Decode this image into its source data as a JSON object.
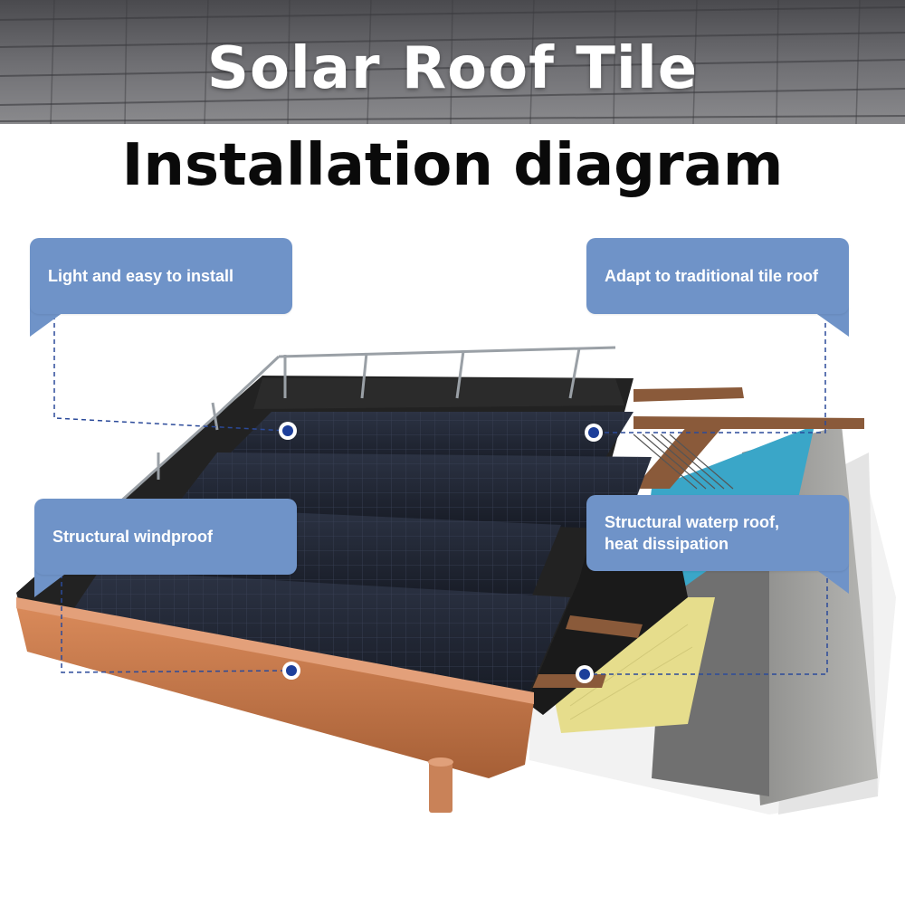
{
  "banner": {
    "title": "Solar Roof Tile"
  },
  "subtitle": "Installation diagram",
  "callouts": [
    {
      "id": "light-install",
      "label": "Light and easy to install"
    },
    {
      "id": "traditional-roof",
      "label": "Adapt to traditional tile roof"
    },
    {
      "id": "windproof",
      "label": "Structural windproof"
    },
    {
      "id": "waterproof",
      "label": "Structural waterp roof,\nheat dissipation"
    }
  ],
  "colors": {
    "callout_fill": "#6f93c8",
    "marker": "#1d3f9a",
    "dash": "#2b4a9a",
    "panel": "#1e2431",
    "gutter": "#c07448",
    "insulation_yellow": "#e6dd8c",
    "foam_blue": "#3aa6c8",
    "concrete": "#9a9a98"
  }
}
